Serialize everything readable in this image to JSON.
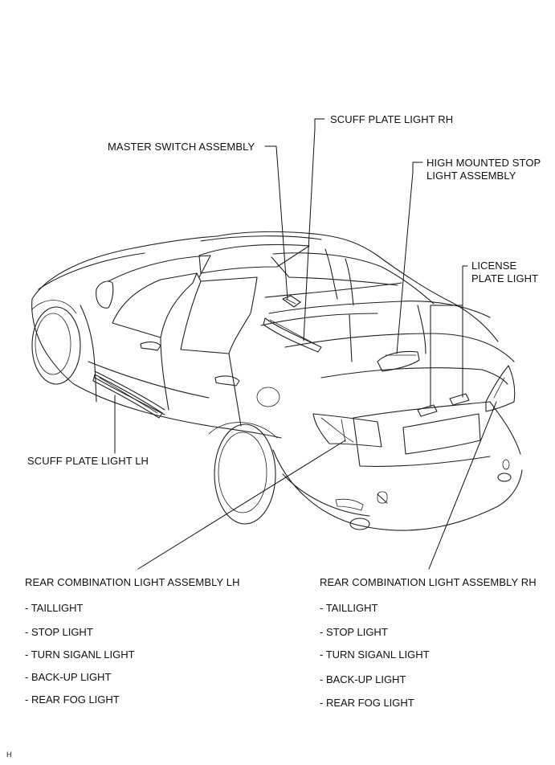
{
  "labels": {
    "scuff_rh": "SCUFF PLATE LIGHT  RH",
    "master_switch": "MASTER SWITCH ASSEMBLY",
    "high_mount_1": "HIGH MOUNTED STOP",
    "high_mount_2": "LIGHT ASSEMBLY",
    "license_1": "LICENSE",
    "license_2": "PLATE LIGHT",
    "scuff_lh": "SCUFF PLATE LIGHT  LH"
  },
  "rear_lh": {
    "title": "REAR COMBINATION LIGHT ASSEMBLY  LH",
    "items": [
      "- TAILLIGHT",
      "- STOP LIGHT",
      "- TURN SIGANL LIGHT",
      "- BACK-UP LIGHT",
      "- REAR FOG LIGHT"
    ]
  },
  "rear_rh": {
    "title": "REAR COMBINATION LIGHT ASSEMBLY  RH",
    "items": [
      "- TAILLIGHT",
      "- STOP LIGHT",
      "- TURN SIGANL LIGHT",
      "- BACK-UP LIGHT",
      "- REAR FOG LIGHT"
    ]
  },
  "figure_code": "H"
}
